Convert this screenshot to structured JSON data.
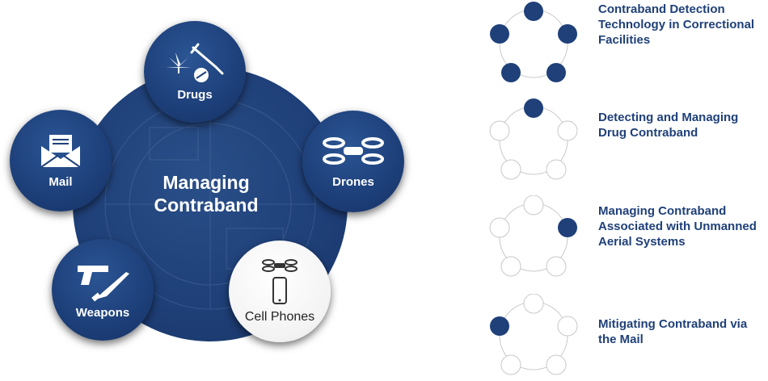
{
  "diagram": {
    "center_title_line1": "Managing",
    "center_title_line2": "Contraband",
    "nodes": [
      {
        "label": "Drugs"
      },
      {
        "label": "Drones"
      },
      {
        "label": "Cell Phones"
      },
      {
        "label": "Weapons"
      },
      {
        "label": "Mail"
      }
    ]
  },
  "legend": [
    {
      "text": "Contraband Detection Technology in Correctional Facilities",
      "highlight": [
        "drugs",
        "drones",
        "cell-phones",
        "weapons",
        "mail"
      ]
    },
    {
      "text": "Detecting and Managing Drug Contraband",
      "highlight": [
        "drugs"
      ]
    },
    {
      "text": "Managing Contraband Associated with Unmanned Aerial Systems",
      "highlight": [
        "drones"
      ]
    },
    {
      "text": "Mitigating Contraband via the Mail",
      "highlight": [
        "mail"
      ]
    }
  ],
  "colors": {
    "navy": "#1f4079",
    "white": "#ffffff",
    "outline": "#c8c8c8"
  }
}
